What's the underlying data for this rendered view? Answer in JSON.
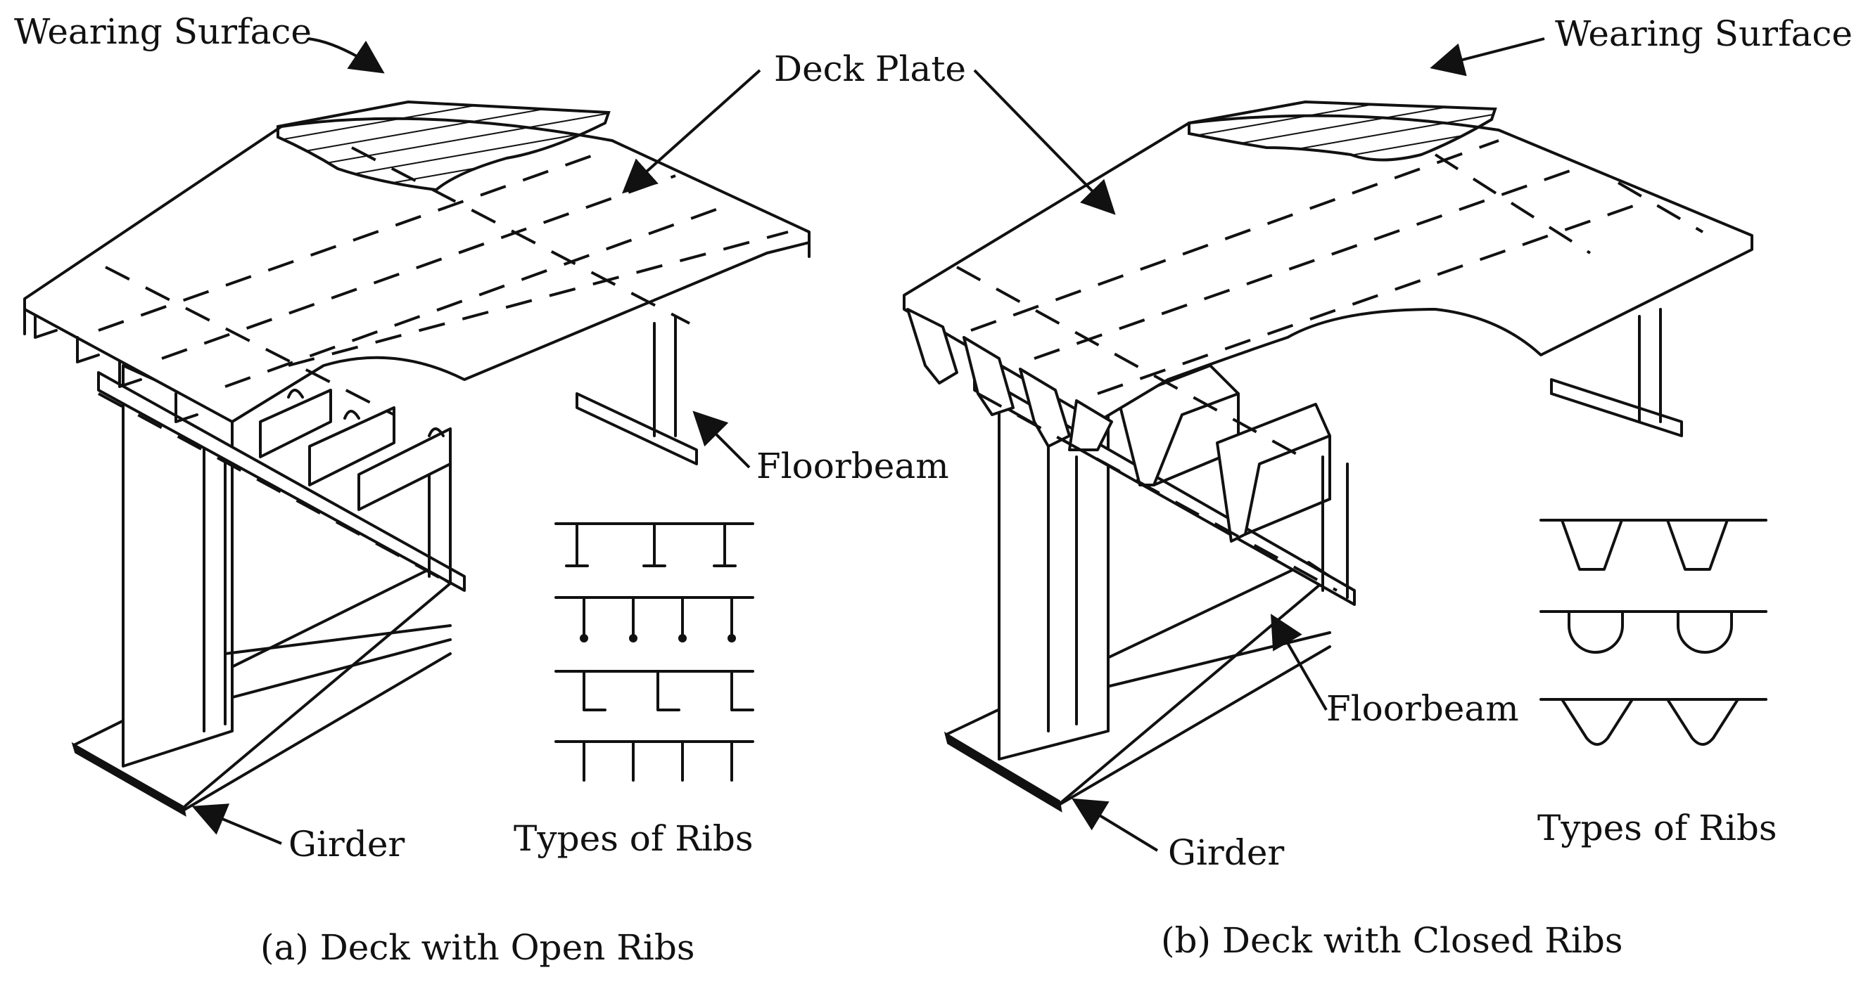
{
  "panel_a": {
    "caption": "(a) Deck with Open Ribs",
    "labels": {
      "wearing_surface": "Wearing Surface",
      "deck_plate": "Deck Plate",
      "floorbeam": "Floorbeam",
      "girder": "Girder",
      "types_of_ribs": "Types of Ribs"
    }
  },
  "panel_b": {
    "caption": "(b) Deck with Closed Ribs",
    "labels": {
      "wearing_surface": "Wearing Surface",
      "floorbeam": "Floorbeam",
      "girder": "Girder",
      "types_of_ribs": "Types of Ribs"
    }
  }
}
